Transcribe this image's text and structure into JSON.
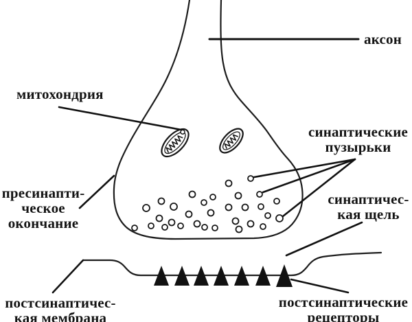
{
  "colors": {
    "ink": "#161616",
    "background": "#ffffff"
  },
  "labels": {
    "axon": {
      "lines": [
        "аксон"
      ]
    },
    "mitochondria": {
      "lines": [
        "митохондрия"
      ]
    },
    "presynaptic_terminal": {
      "lines": [
        "пресинапти-",
        "ческое",
        "окончание"
      ]
    },
    "synaptic_vesicles": {
      "lines": [
        "синаптические",
        "пузырьки"
      ]
    },
    "synaptic_cleft": {
      "lines": [
        "синаптичес-",
        "кая щель"
      ]
    },
    "postsynaptic_membrane": {
      "lines": [
        "постсинаптичес-",
        "кая мембрана"
      ]
    },
    "postsynaptic_receptors": {
      "lines": [
        "постсинаптические",
        "рецепторы"
      ]
    }
  }
}
